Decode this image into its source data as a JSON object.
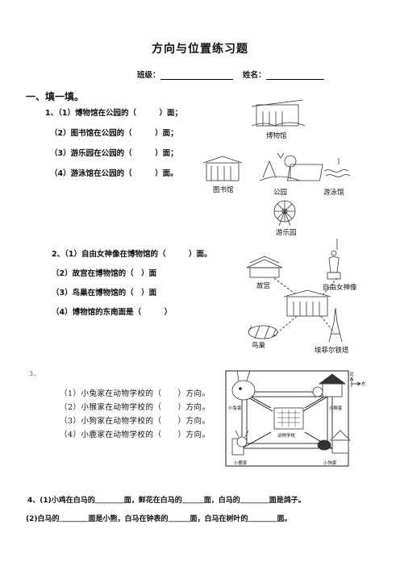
{
  "title": "方向与位置练习题",
  "header": {
    "class_label": "班级：",
    "name_label": "姓名："
  },
  "section1": {
    "heading": "一、填一填。"
  },
  "q1": {
    "lines": [
      "1、（1）博物馆在公园的（　　　）面；",
      "（2）图书馆在公园的（　　　）面；",
      "（3）游乐园在公园的（　　　）面；",
      "（4）游泳馆在公园的（　　　）面。"
    ],
    "map_labels": {
      "museum": "博物馆",
      "library": "图书馆",
      "park": "公园",
      "pool": "游泳馆",
      "amusement": "游乐园"
    }
  },
  "q2": {
    "lines": [
      "2、（1）自由女神像在博物馆的（　　　）面。",
      "（2）故宫在博物馆的（　）面",
      "（3）鸟巢在博物馆的（　）面",
      "（4）博物馆的东南面是（　　　）"
    ],
    "map_labels": {
      "forbidden_city": "故宫",
      "statue_liberty": "自由女神像",
      "birds_nest": "鸟巢",
      "eiffel": "埃菲尔铁塔"
    }
  },
  "q3": {
    "number": "3、",
    "lines": [
      "（1）小兔家在动物学校的（　　）方向。",
      "（2）小猴家在动物学校的（　　）方向。",
      "（3）小狗家在动物学校的（　　）方向。",
      "（4）小鹿家在动物学校的（　　）方向。"
    ],
    "map_labels": {
      "rabbit": "小兔家",
      "monkey": "小猴家",
      "deer": "小鹿家",
      "dog": "小狗家",
      "school": "动物学校",
      "north": "北",
      "east": "东"
    }
  },
  "q4": {
    "lines": [
      "4、(1)小鸡在白马的＿＿＿＿面，鲜花在白马的＿＿＿面，白马的＿＿＿＿面是鸽子。",
      "(2)白马的＿＿＿＿面是小熊，白马在钟表的＿＿＿面，白马在树叶的＿＿＿＿面。"
    ]
  }
}
